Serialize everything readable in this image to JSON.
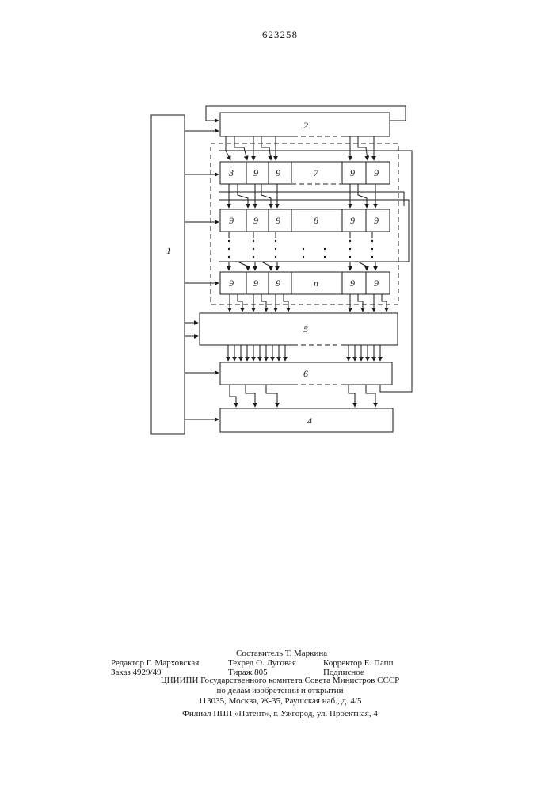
{
  "header": {
    "patent_number": "623258"
  },
  "diagram": {
    "blocks": {
      "b1": "1",
      "b2": "2",
      "b3": "3",
      "b4": "4",
      "b5": "5",
      "b6": "6",
      "b7": "7",
      "b8": "8",
      "bn": "n",
      "cell": "9"
    }
  },
  "footer": {
    "compiler": "Составитель Т. Маркина",
    "editor": "Редактор Г. Марховская",
    "tech_editor": "Техред О. Луговая",
    "corrector": "Корректор Е. Папп",
    "order": "Заказ 4929/49",
    "circulation": "Тираж 805",
    "subscription": "Подписное",
    "org_line1": "ЦНИИПИ Государственного комитета Совета Министров СССР",
    "org_line2": "по делам изобретений и открытий",
    "address": "113035, Москва, Ж-35, Раушская наб., д. 4/5",
    "branch": "Филиал ППП «Патент», г. Ужгород, ул. Проектная, 4"
  }
}
